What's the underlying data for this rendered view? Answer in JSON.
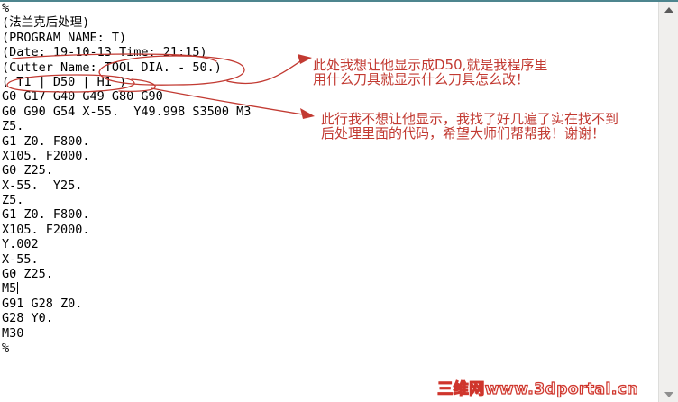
{
  "editor": {
    "lines": [
      "%",
      "(法兰克后处理)",
      "(PROGRAM NAME: T)",
      "(Date: 19-10-13 Time: 21:15)",
      "(Cutter Name: TOOL DIA. - 50.)",
      "( T1 | D50 | H1 )",
      "G0 G17 G40 G49 G80 G90",
      "G0 G90 G54 X-55.  Y49.998 S3500 M3",
      "Z5.",
      "G1 Z0. F800.",
      "X105. F2000.",
      "G0 Z25.",
      "X-55.  Y25.",
      "Z5.",
      "G1 Z0. F800.",
      "X105. F2000.",
      "Y.002",
      "X-55.",
      "G0 Z25.",
      "M5",
      "G91 G28 Z0.",
      "G28 Y0.",
      "M30",
      "%"
    ],
    "caret_line_index": 19
  },
  "annotations": {
    "note1": {
      "line1": "此处我想让他显示成D50,就是我程序里",
      "line2": "用什么刀具就显示什么刀具怎么改！"
    },
    "note2": {
      "line1": "此行我不想让他显示，我找了好几遍了实在找不到",
      "line2": "后处理里面的代码，希望大师们帮帮我！谢谢！"
    }
  },
  "watermark": {
    "text": "三维网www.3dportal.cn"
  },
  "colors": {
    "annotation_red": "#c23a32",
    "watermark_red": "#cf352c",
    "top_border_teal": "#4d858e",
    "scrollbar_track": "#f0efed",
    "scrollbar_arrow_dark": "#5a5a5a",
    "scrollbar_arrow_light": "#8f8f8f"
  }
}
